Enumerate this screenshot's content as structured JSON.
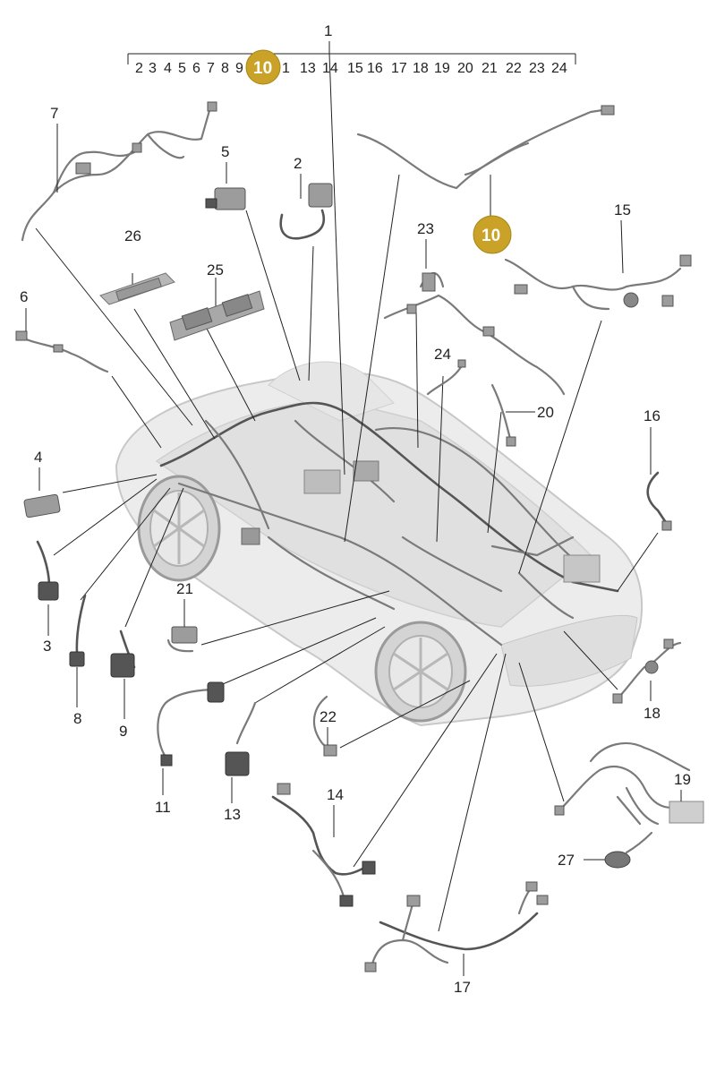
{
  "diagram": {
    "accent_color": "#C9A227",
    "header_label": "1",
    "scale_labels": [
      "2",
      "3",
      "4",
      "5",
      "6",
      "7",
      "8",
      "9",
      "10",
      "1",
      "13",
      "14",
      "15",
      "16",
      "17",
      "18",
      "19",
      "20",
      "21",
      "22",
      "23",
      "24"
    ],
    "highlight_label": "10",
    "callouts": {
      "c2": "2",
      "c3": "3",
      "c4": "4",
      "c5": "5",
      "c6": "6",
      "c7": "7",
      "c8": "8",
      "c9": "9",
      "c11": "11",
      "c13": "13",
      "c14": "14",
      "c15": "15",
      "c16": "16",
      "c17": "17",
      "c18": "18",
      "c19": "19",
      "c20": "20",
      "c21": "21",
      "c22": "22",
      "c23": "23",
      "c24": "24",
      "c25": "25",
      "c26": "26",
      "c27": "27"
    },
    "highlight_callout": "10"
  }
}
